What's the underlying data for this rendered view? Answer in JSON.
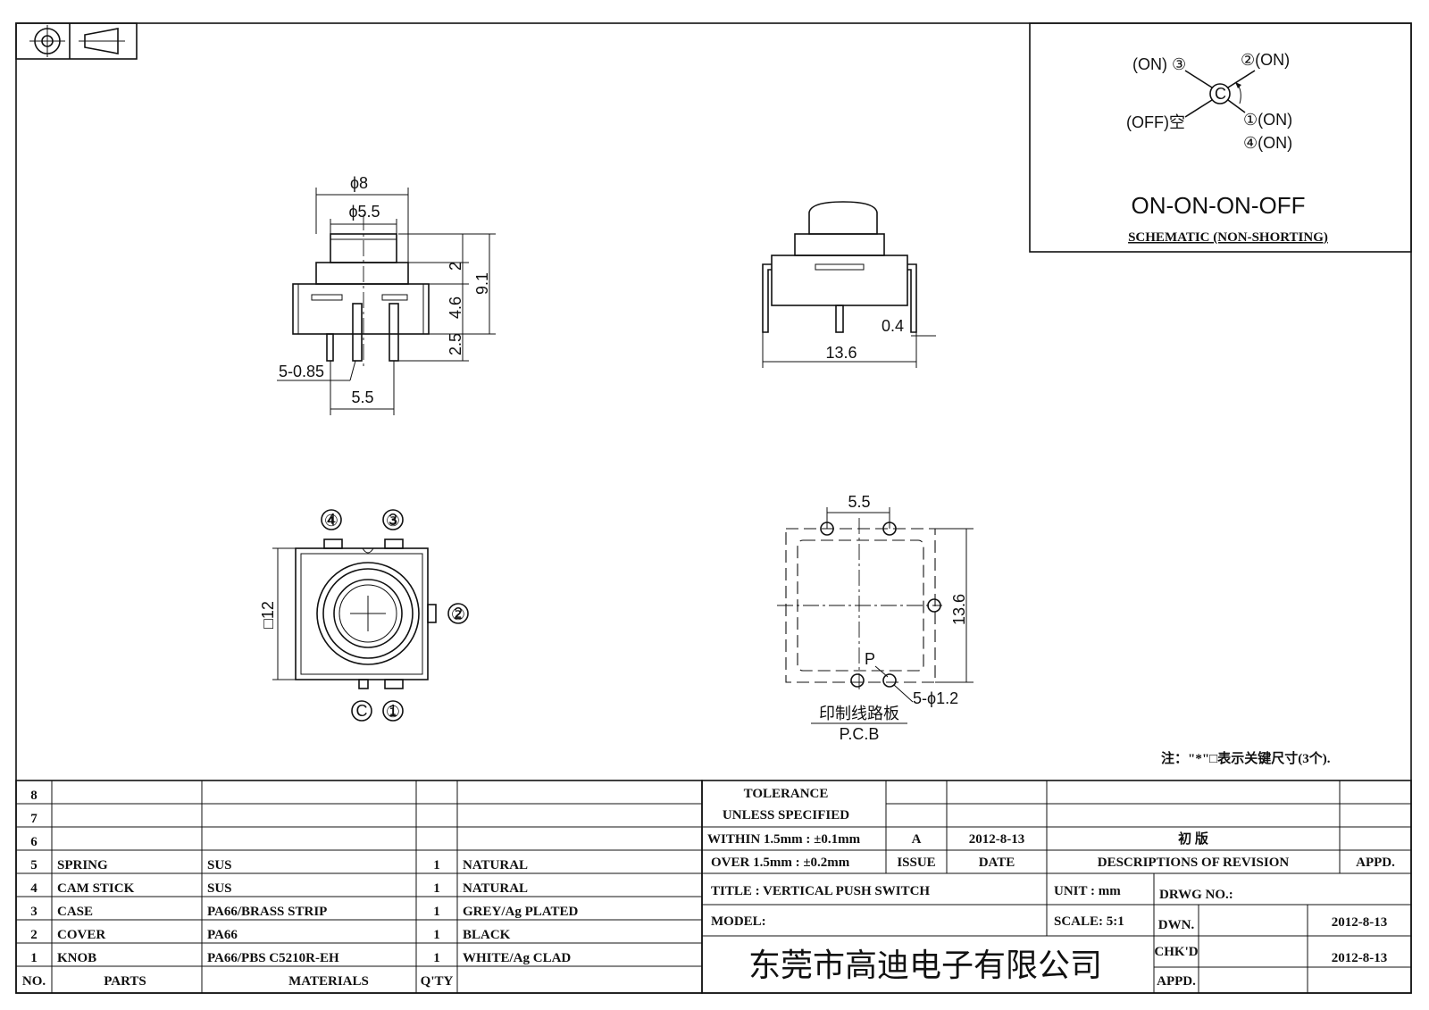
{
  "schematic": {
    "term_3": "(ON) ③",
    "term_2": "②(ON)",
    "term_c": "C",
    "term_off": "(OFF)空",
    "term_1": "①(ON)",
    "term_4": "④(ON)",
    "mode": "ON-ON-ON-OFF",
    "caption": "SCHEMATIC (NON-SHORTING)"
  },
  "front_view": {
    "dia_outer": "ϕ8",
    "dia_inner": "ϕ5.5",
    "h_top": "2",
    "h_total": "9.1",
    "h_body": "4.6",
    "h_pin": "2.5",
    "pin_size": "5-0.85",
    "pin_pitch": "5.5"
  },
  "side_view": {
    "width": "13.6",
    "lead": "0.4"
  },
  "top_view": {
    "size": "□12",
    "pin_4": "④",
    "pin_3": "③",
    "pin_2": "②",
    "pin_c": "C",
    "pin_1": "①"
  },
  "pcb_view": {
    "pitch": "5.5",
    "size": "13.6",
    "p_label": "P",
    "holes": "5-ϕ1.2",
    "pcb_cn": "印制线路板",
    "pcb_en": "P.C.B"
  },
  "note": "注：\"*\"□表示关键尺寸(3个).",
  "bom": {
    "rows": [
      {
        "no": "8",
        "part": "",
        "material": "",
        "qty": "",
        "finish": ""
      },
      {
        "no": "7",
        "part": "",
        "material": "",
        "qty": "",
        "finish": ""
      },
      {
        "no": "6",
        "part": "",
        "material": "",
        "qty": "",
        "finish": ""
      },
      {
        "no": "5",
        "part": "SPRING",
        "material": "SUS",
        "qty": "1",
        "finish": "NATURAL"
      },
      {
        "no": "4",
        "part": "CAM STICK",
        "material": "SUS",
        "qty": "1",
        "finish": "NATURAL"
      },
      {
        "no": "3",
        "part": "CASE",
        "material": "PA66/BRASS STRIP",
        "qty": "1",
        "finish": "GREY/Ag PLATED"
      },
      {
        "no": "2",
        "part": "COVER",
        "material": "PA66",
        "qty": "1",
        "finish": "BLACK"
      },
      {
        "no": "1",
        "part": "KNOB",
        "material": "PA66/PBS C5210R-EH",
        "qty": "1",
        "finish": "WHITE/Ag CLAD"
      }
    ],
    "headers": {
      "no": "NO.",
      "part": "PARTS",
      "material": "MATERIALS",
      "qty": "Q'TY"
    }
  },
  "title_block": {
    "tolerance": "TOLERANCE",
    "unless": "UNLESS SPECIFIED",
    "within": "WITHIN 1.5mm : ±0.1mm",
    "over": "OVER 1.5mm : ±0.2mm",
    "issue_value": "A",
    "date_value": "2012-8-13",
    "revision_value": "初 版",
    "issue": "ISSUE",
    "date": "DATE",
    "descriptions": "DESCRIPTIONS OF REVISION",
    "appd": "APPD.",
    "title": "TITLE : VERTICAL PUSH SWITCH",
    "unit": "UNIT : mm",
    "drwg_no": "DRWG NO.:",
    "model": "MODEL:",
    "scale": "SCALE: 5:1",
    "dwn": "DWN.",
    "dwn_date": "2012-8-13",
    "chkd": "CHK'D",
    "chkd_date": "2012-8-13",
    "appd2": "APPD.",
    "company": "东莞市高迪电子有限公司"
  }
}
